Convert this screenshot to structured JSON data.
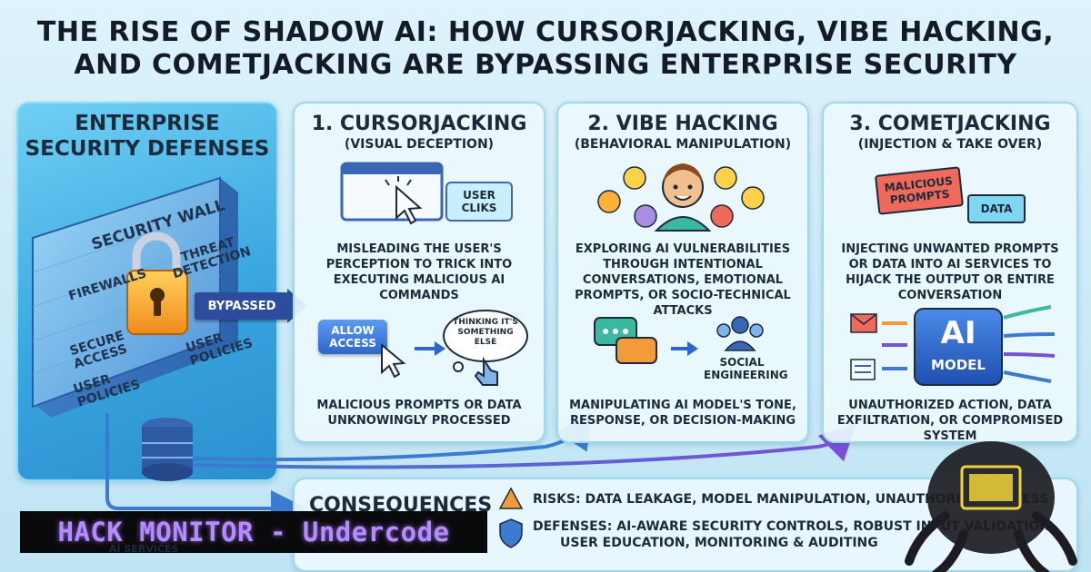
{
  "title": {
    "line1": "THE RISE OF SHADOW AI: HOW CURSORJACKING, VIBE HACKING,",
    "line2": "AND COMETJACKING ARE BYPASSING ENTERPRISE SECURITY"
  },
  "enterprise": {
    "title": "ENTERPRISE SECURITY DEFENSES",
    "wall_labels": {
      "wall": "SECURITY WALL",
      "threat": "THREAT DETECTION",
      "firewalls": "FIREWALLS",
      "secure_access": "SECURE ACCESS",
      "user_policies_left": "USER POLICIES",
      "user_policies_right": "USER POLICIES"
    },
    "bypassed": "BYPASSED"
  },
  "cursorjacking": {
    "title": "1. CURSORJACKING",
    "subtitle": "(VISUAL DECEPTION)",
    "user_clicks": "USER CLIKS",
    "description": "MISLEADING THE USER'S PERCEPTION TO TRICK INTO EXECUTING MALICIOUS AI COMMANDS",
    "allow_access": "ALLOW ACCESS",
    "thought": "THINKING IT'S SOMETHING ELSE",
    "footer": "MALICIOUS PROMPTS OR DATA UNKNOWINGLY PROCESSED"
  },
  "vibe": {
    "title": "2. VIBE HACKING",
    "subtitle": "(BEHAVIORAL MANIPULATION)",
    "description": "EXPLORING AI VULNERABILITIES THROUGH INTENTIONAL CONVERSATIONS, EMOTIONAL PROMPTS, OR SOCIO-TECHNICAL ATTACKS",
    "social": "SOCIAL ENGINEERING",
    "footer": "MANIPULATING AI MODEL'S TONE, RESPONSE, OR DECISION-MAKING"
  },
  "comet": {
    "title": "3. COMETJACKING",
    "subtitle": "(INJECTION & TAKE OVER)",
    "malicious": "MALICIOUS PROMPTS",
    "data": "DATA",
    "description": "INJECTING UNWANTED PROMPTS OR DATA INTO AI SERVICES TO HIJACK THE OUTPUT OR ENTIRE CONVERSATION",
    "ai_big": "AI",
    "ai_small": "MODEL",
    "footer": "UNAUTHORIZED ACTION, DATA EXFILTRATION, OR COMPROMISED SYSTEM"
  },
  "consequences": {
    "title": "CONSEQUENCES",
    "risks": "RISKS: DATA LEAKAGE, MODEL MANIPULATION, UNAUTHORIZED ACCESS",
    "defenses_1": "DEFENSES: AI-AWARE SECURITY CONTROLS, ROBUST INPUT VALIDATION,",
    "defenses_2": "USER EDUCATION, MONITORING & AUDITING"
  },
  "banner": "HACK MONITOR - Undercode",
  "apis_text": "AI SERVICES",
  "colors": {
    "accent_dark": "#2d4c9c",
    "arrow_blue": "#3b7bd1",
    "arrow_purple": "#7a4fd6",
    "banner_text": "#b58cff"
  }
}
